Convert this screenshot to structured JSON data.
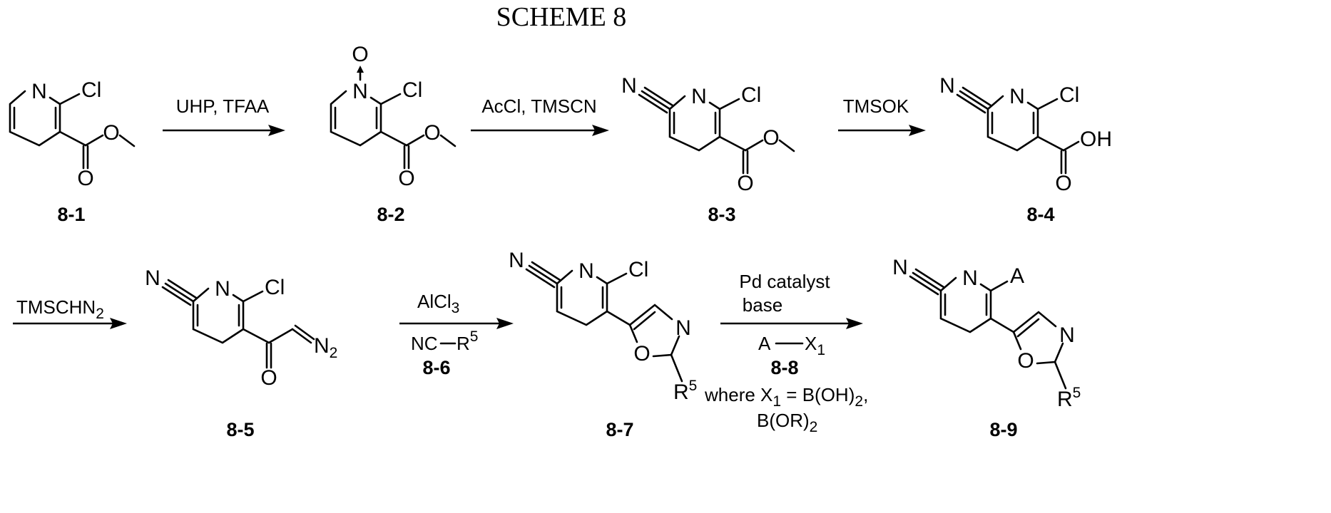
{
  "title": "SCHEME 8",
  "compounds": {
    "c81": "8-1",
    "c82": "8-2",
    "c83": "8-3",
    "c84": "8-4",
    "c85": "8-5",
    "c87": "8-7",
    "c89": "8-9"
  },
  "reagents": {
    "r1": "UHP, TFAA",
    "r2": "AcCl, TMSCN",
    "r3": "TMSOK",
    "r4_main": "TMSCHN",
    "r4_sub": "2",
    "r5_main": "AlCl",
    "r5_sub": "3",
    "r5_nc": "NC",
    "r5_r": "R",
    "r5_rsup": "5",
    "r5_label": "8-6",
    "r6_line1": "Pd catalyst",
    "r6_line2": "base",
    "r6_a": "A",
    "r6_x": "X",
    "r6_xsub": "1",
    "r6_label": "8-8",
    "r6_where_a": "where X",
    "r6_where_sub": "1",
    "r6_where_b": " = B(OH)",
    "r6_where_sub2": "2",
    "r6_where_c": ",",
    "r6_line4": "B(OR)",
    "r6_line4_sub": "2"
  },
  "atoms": {
    "N": "N",
    "Cl": "Cl",
    "O": "O",
    "OH": "OH",
    "A": "A",
    "R": "R",
    "R_sup": "5",
    "N2": "N",
    "N2_sub": "2"
  }
}
